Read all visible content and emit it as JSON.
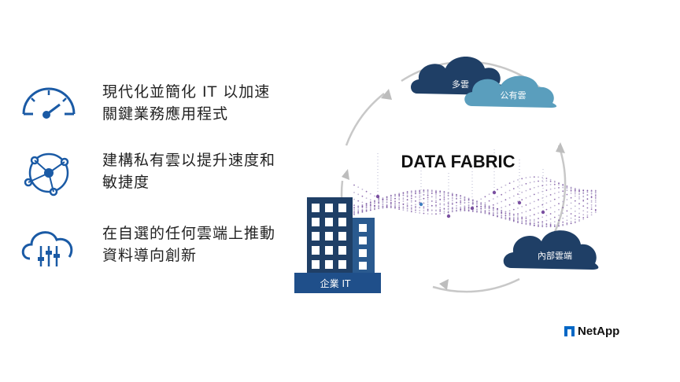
{
  "features": [
    {
      "icon": "speedometer-icon",
      "line1": "現代化並簡化 IT 以加速",
      "line2": "關鍵業務應用程式"
    },
    {
      "icon": "network-icon",
      "line1": "建構私有雲以提升速度和",
      "line2": "敏捷度"
    },
    {
      "icon": "cloud-controls-icon",
      "line1": "在自選的任何雲端上推動",
      "line2": "資料導向創新"
    }
  ],
  "diagram": {
    "title": "DATA FABRIC",
    "cloud_multi": "多雲",
    "cloud_public": "公有雲",
    "cloud_private": "內部雲端",
    "enterprise": "企業 IT"
  },
  "brand": {
    "name": "NetApp"
  },
  "colors": {
    "blue": "#1a5aa5",
    "dark_navy": "#1f3f66",
    "light_blue": "#5a9ebd",
    "ring": "#c8c8c8",
    "accent": "#7a4fa0"
  }
}
